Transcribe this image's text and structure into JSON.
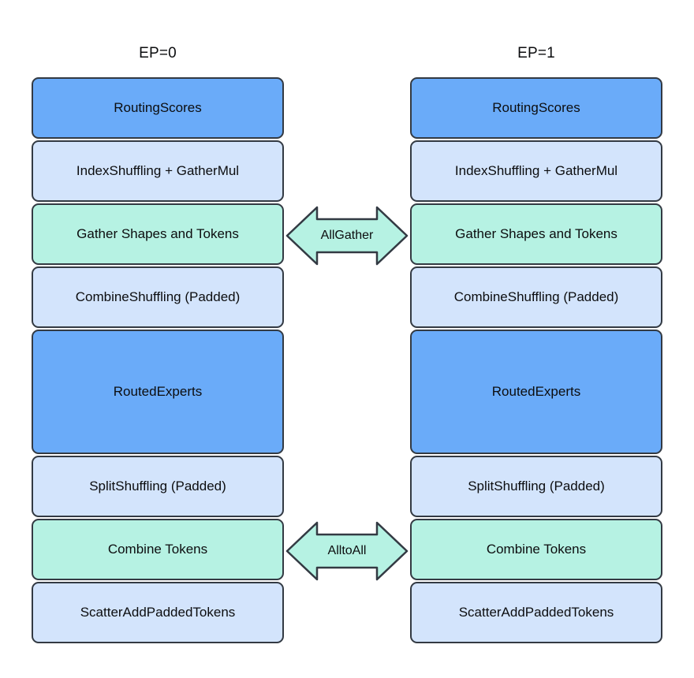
{
  "colors": {
    "blue": "#6aabf9",
    "light_blue": "#d3e4fc",
    "mint": "#b6f2e3",
    "border": "#333a43",
    "text": "#0c0d0f",
    "background": "#ffffff"
  },
  "columns": [
    {
      "title": "EP=0",
      "boxes": [
        {
          "label": "RoutingScores",
          "variant": "blue",
          "size": "normal"
        },
        {
          "label": "IndexShuffling + GatherMul",
          "variant": "light",
          "size": "normal"
        },
        {
          "label": "Gather Shapes and Tokens",
          "variant": "mint",
          "size": "normal"
        },
        {
          "label": "CombineShuffling (Padded)",
          "variant": "light",
          "size": "normal"
        },
        {
          "label": "RoutedExperts",
          "variant": "blue",
          "size": "tall"
        },
        {
          "label": "SplitShuffling (Padded)",
          "variant": "light",
          "size": "normal"
        },
        {
          "label": "Combine Tokens",
          "variant": "mint",
          "size": "normal"
        },
        {
          "label": "ScatterAddPaddedTokens",
          "variant": "light",
          "size": "normal"
        }
      ]
    },
    {
      "title": "EP=1",
      "boxes": [
        {
          "label": "RoutingScores",
          "variant": "blue",
          "size": "normal"
        },
        {
          "label": "IndexShuffling + GatherMul",
          "variant": "light",
          "size": "normal"
        },
        {
          "label": "Gather Shapes and Tokens",
          "variant": "mint",
          "size": "normal"
        },
        {
          "label": "CombineShuffling (Padded)",
          "variant": "light",
          "size": "normal"
        },
        {
          "label": "RoutedExperts",
          "variant": "blue",
          "size": "tall"
        },
        {
          "label": "SplitShuffling (Padded)",
          "variant": "light",
          "size": "normal"
        },
        {
          "label": "Combine Tokens",
          "variant": "mint",
          "size": "normal"
        },
        {
          "label": "ScatterAddPaddedTokens",
          "variant": "light",
          "size": "normal"
        }
      ]
    }
  ],
  "arrows": [
    {
      "label": "AllGather"
    },
    {
      "label": "AlltoAll"
    }
  ]
}
